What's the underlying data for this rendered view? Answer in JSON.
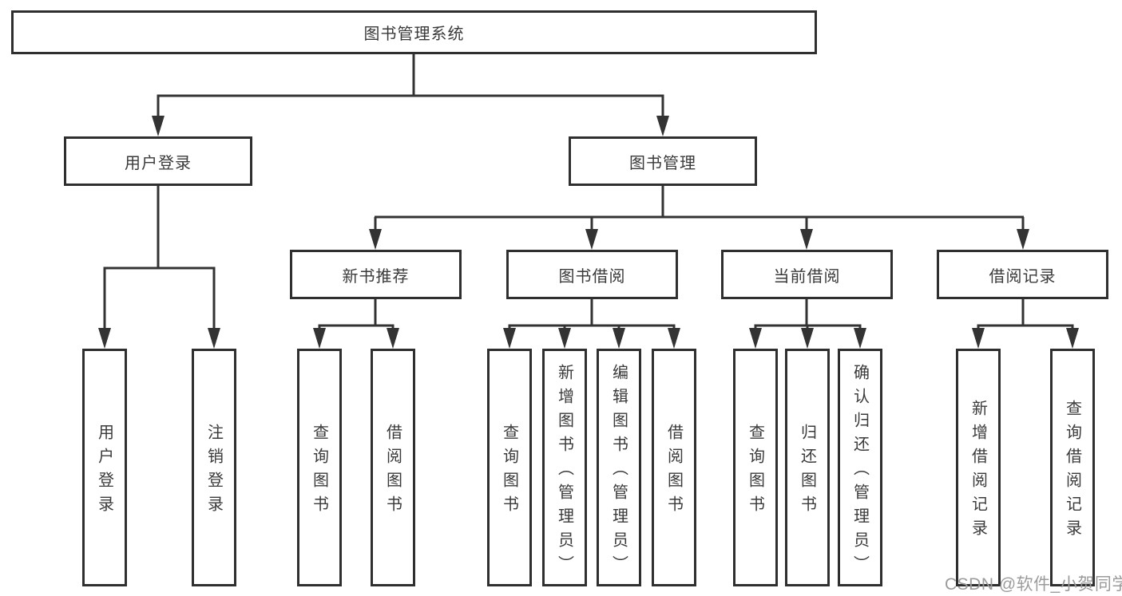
{
  "diagram": {
    "title": "图书管理系统",
    "level2": {
      "user_login": {
        "label": "用户登录"
      },
      "book_management": {
        "label": "图书管理"
      }
    },
    "level3": {
      "new_books": {
        "label": "新书推荐"
      },
      "book_borrow": {
        "label": "图书借阅"
      },
      "current_borrow": {
        "label": "当前借阅"
      },
      "borrow_records": {
        "label": "借阅记录"
      }
    },
    "leaves": {
      "user_login": {
        "label": "用户登录"
      },
      "logout": {
        "label": "注销登录"
      },
      "nb_query_books": {
        "label": "查询图书"
      },
      "nb_borrow_books": {
        "label": "借阅图书"
      },
      "bb_query_books": {
        "label": "查询图书"
      },
      "bb_add_books": {
        "label": "新增图书（管理员）"
      },
      "bb_edit_books": {
        "label": "编辑图书（管理员）"
      },
      "bb_borrow_books": {
        "label": "借阅图书"
      },
      "cb_query_books": {
        "label": "查询图书"
      },
      "cb_return_books": {
        "label": "归还图书"
      },
      "cb_confirm_return": {
        "label": "确认归还（管理员）"
      },
      "br_add_record": {
        "label": "新增借阅记录"
      },
      "br_query_record": {
        "label": "查询借阅记录"
      }
    }
  },
  "watermark": {
    "text": "CSDN @软件_小贺同学"
  },
  "colors": {
    "line": "#333333",
    "box_border": "#2f2f2f",
    "text": "#3a3a3a",
    "watermark": "#9b9b9b",
    "background": "#ffffff"
  }
}
